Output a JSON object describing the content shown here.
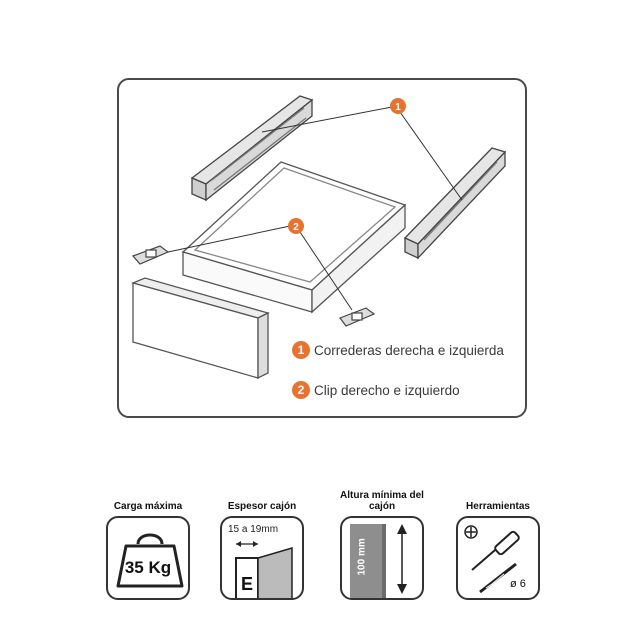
{
  "diagram": {
    "callout_1": "1",
    "callout_2": "2"
  },
  "legend": [
    {
      "number": "1",
      "text": "Correderas derecha e izquierda"
    },
    {
      "number": "2",
      "text": "Clip derecho e izquierdo"
    }
  ],
  "specs": [
    {
      "label": "Carga máxima",
      "value": "35 Kg",
      "icon": "weight-icon"
    },
    {
      "label": "Espesor cajón",
      "value": "15 a 19mm",
      "icon": "thickness-icon"
    },
    {
      "label": "Altura mínima del cajón",
      "value": "100 mm",
      "icon": "height-icon"
    },
    {
      "label": "Herramientas",
      "value": "ø 6",
      "icon": "tools-icon"
    }
  ],
  "colors": {
    "callout": "#e8732f",
    "frame": "#4a4a4a"
  }
}
